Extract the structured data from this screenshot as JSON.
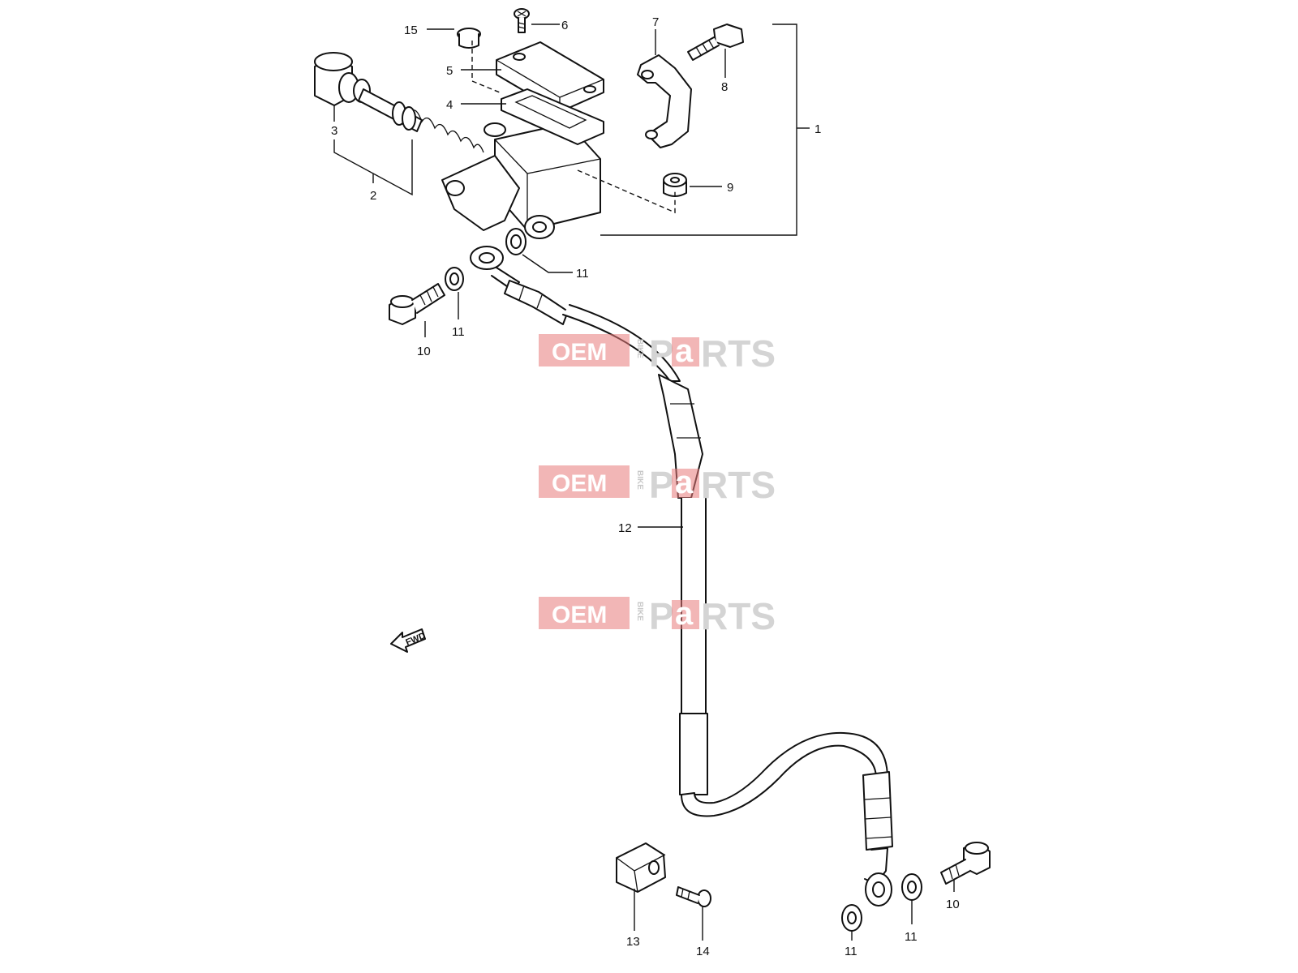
{
  "diagram": {
    "callouts": {
      "c1": "1",
      "c2": "2",
      "c3": "3",
      "c4": "4",
      "c5": "5",
      "c6": "6",
      "c7": "7",
      "c8": "8",
      "c9": "9",
      "c10a": "10",
      "c10b": "10",
      "c11a": "11",
      "c11b": "11",
      "c11c": "11",
      "c11d": "11",
      "c12": "12",
      "c13": "13",
      "c14": "14",
      "c15": "15"
    },
    "fwd_label": "FWD"
  },
  "watermark": {
    "oem": "OEM",
    "bike": "BIKE",
    "parts_prefix": "P",
    "parts_a": "a",
    "parts_suffix": "RTS",
    "box_color": "#e87a7a"
  }
}
